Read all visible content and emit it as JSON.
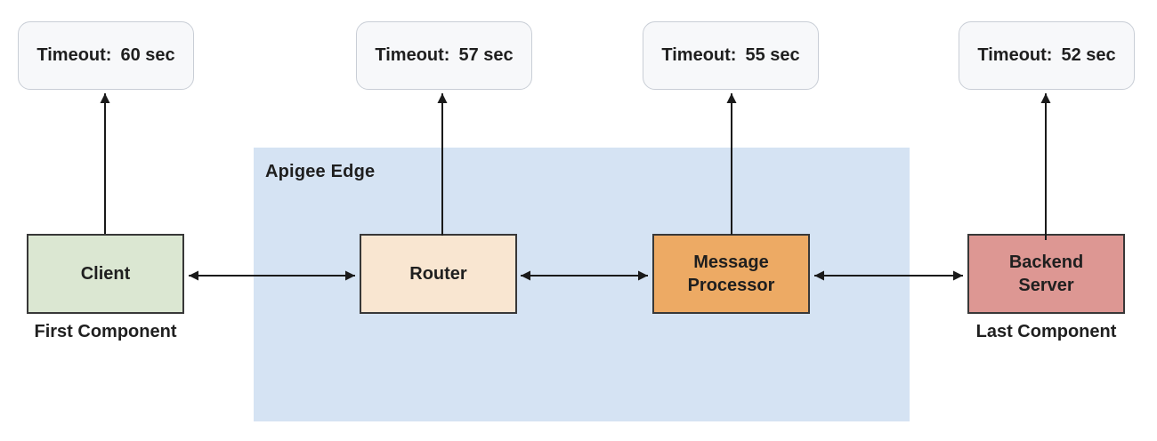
{
  "diagram": {
    "region_label": "Apigee Edge",
    "timeouts": [
      {
        "label": "Timeout:",
        "value": "60 sec"
      },
      {
        "label": "Timeout:",
        "value": "57 sec"
      },
      {
        "label": "Timeout:",
        "value": "55 sec"
      },
      {
        "label": "Timeout:",
        "value": "52 sec"
      }
    ],
    "components": [
      {
        "name": "Client",
        "caption": "First Component"
      },
      {
        "name": "Router",
        "caption": ""
      },
      {
        "name": "Message Processor",
        "caption": ""
      },
      {
        "name": "Backend Server",
        "caption": "Last Component"
      }
    ],
    "colors": {
      "region_bg": "#d5e3f3",
      "client_bg": "#dbe7d2",
      "router_bg": "#f9e6d1",
      "message_processor_bg": "#edaa64",
      "backend_bg": "#dd9793",
      "timeout_bg": "#f7f8fa",
      "timeout_border": "#c9ced6",
      "box_border": "#383838",
      "arrow": "#1a1a1a"
    }
  }
}
